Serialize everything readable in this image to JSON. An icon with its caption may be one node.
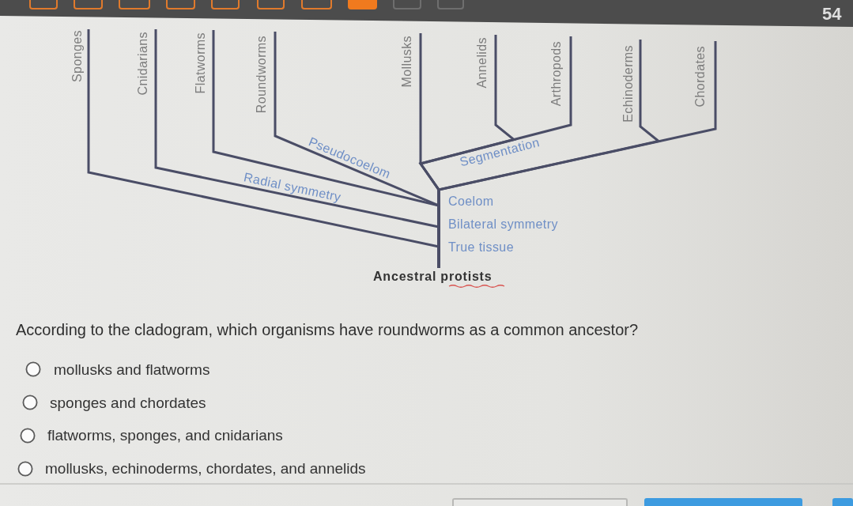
{
  "diagram": {
    "nodes": [
      {
        "text": [
          "Sponges"
        ]
      },
      {
        "text": [
          "Cnidarians"
        ]
      },
      {
        "text": [
          "Flatworms"
        ]
      },
      {
        "text": [
          "Roundworms"
        ]
      },
      {
        "text": [
          "Mollusks"
        ]
      },
      {
        "text": [
          "Annelids"
        ]
      },
      {
        "text": [
          "Arthropods"
        ]
      },
      {
        "text": [
          "Echinoderms"
        ]
      },
      {
        "text": [
          "Chordates"
        ]
      },
      {
        "text": [
          "Ancestral protists"
        ]
      }
    ],
    "edges": [
      {
        "from": 9,
        "to": 0,
        "arrow": "none"
      },
      {
        "from": 9,
        "to": 1,
        "arrow": "none",
        "label": "Radial symmetry"
      },
      {
        "from": 9,
        "to": 2,
        "arrow": "none"
      },
      {
        "from": 9,
        "to": 3,
        "arrow": "none",
        "label": "Pseudocoelom"
      },
      {
        "from": 9,
        "to": 4,
        "arrow": "none"
      },
      {
        "from": 9,
        "to": 5,
        "arrow": "none"
      },
      {
        "from": 9,
        "to": 6,
        "arrow": "none",
        "label": "Segmentation"
      },
      {
        "from": 9,
        "to": 7,
        "arrow": "none"
      },
      {
        "from": 9,
        "to": 8,
        "arrow": "none"
      }
    ],
    "labels": [
      "54",
      "Coelom",
      "Bilateral symmetry",
      "True tissue",
      "According to the cladogram, which organisms have roundworms as a common ancestor?",
      "mollusks and flatworms",
      "sponges and chordates",
      "flatworms, sponges, and cnidarians",
      "mollusks, echinoderms, chordates, and annelids"
    ]
  }
}
